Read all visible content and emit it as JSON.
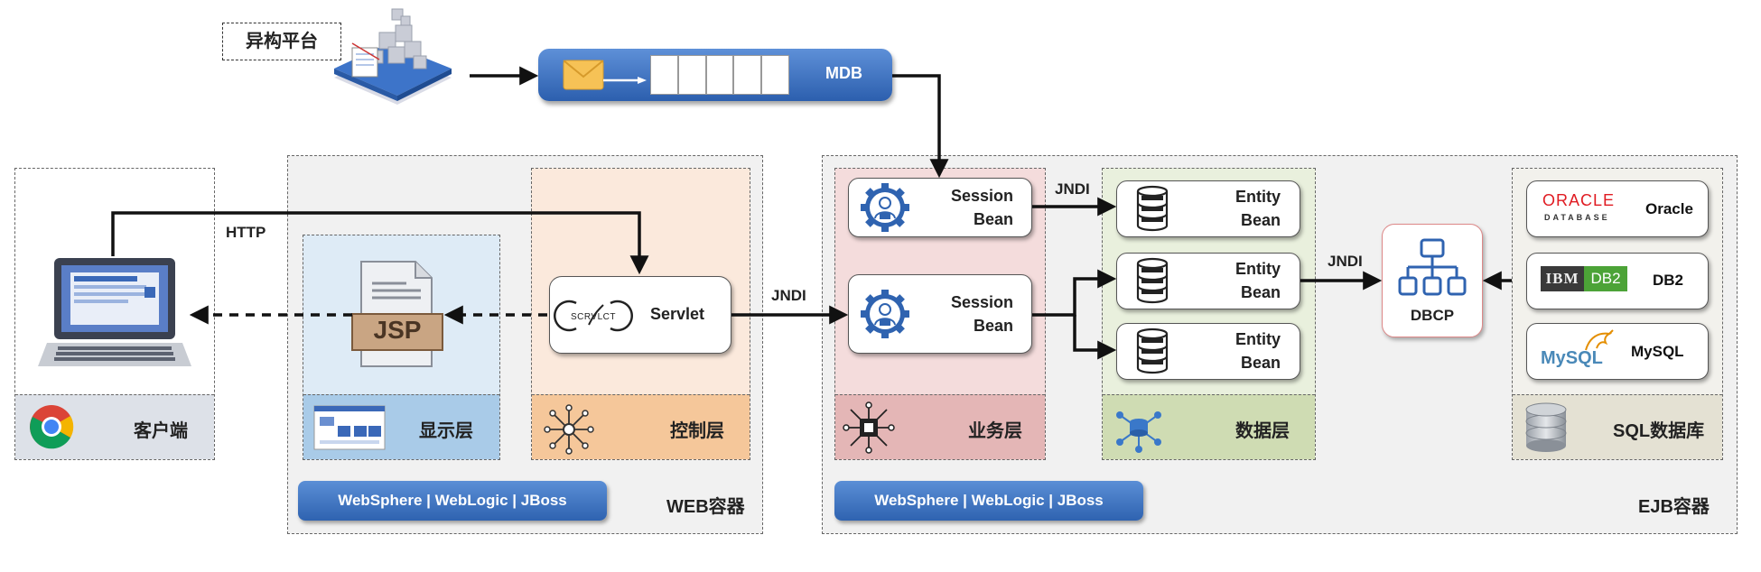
{
  "heterogeneous_platform": "异构平台",
  "mdb": {
    "label": "MDB"
  },
  "http_label": "HTTP",
  "client": {
    "label": "客户端"
  },
  "web_container": {
    "label": "WEB容器",
    "servers": "WebSphere | WebLogic | JBoss",
    "display_layer": {
      "label": "显示层",
      "jsp": "JSP"
    },
    "control_layer": {
      "label": "控制层",
      "servlet": "Servlet",
      "servlet_logo": "SCRVLCT"
    }
  },
  "jndi_servlet_to_session": "JNDI",
  "ejb_container": {
    "label": "EJB容器",
    "servers": "WebSphere | WebLogic | JBoss",
    "business_layer": {
      "label": "业务层",
      "session_beans": [
        {
          "line1": "Session",
          "line2": "Bean"
        },
        {
          "line1": "Session",
          "line2": "Bean"
        }
      ]
    },
    "jndi_session_to_entity": "JNDI",
    "data_layer": {
      "label": "数据层",
      "entity_beans": [
        {
          "line1": "Entity",
          "line2": "Bean"
        },
        {
          "line1": "Entity",
          "line2": "Bean"
        },
        {
          "line1": "Entity",
          "line2": "Bean"
        }
      ]
    },
    "jndi_entity_to_dbcp": "JNDI",
    "dbcp": {
      "label": "DBCP"
    },
    "sql_db": {
      "label": "SQL数据库",
      "databases": [
        {
          "name": "Oracle",
          "logo_top": "ORACLE",
          "logo_bottom": "DATABASE"
        },
        {
          "name": "DB2",
          "logo_left": "IBM",
          "logo_right": "DB2"
        },
        {
          "name": "MySQL",
          "logo": "MySQL"
        }
      ]
    }
  },
  "colors": {
    "display_layer_bg": "#deebf6",
    "display_layer_label_bg": "#a9cbe8",
    "control_layer_bg": "#fbe9dc",
    "control_layer_label_bg": "#f5c79a",
    "business_layer_bg": "#f4dcdc",
    "business_layer_label_bg": "#e4b6b6",
    "data_layer_bg": "#e9f0dd",
    "data_layer_label_bg": "#cfdcb3",
    "sql_layer_label_bg": "#e4e1d3",
    "accent_blue": "#2f63b0"
  }
}
